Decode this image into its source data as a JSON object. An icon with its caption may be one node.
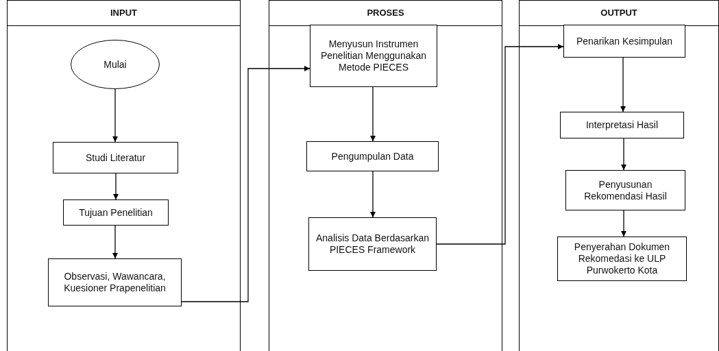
{
  "diagram": {
    "nodes": [
      {
        "text": [
          "INPUT"
        ]
      },
      {
        "text": [
          "Mulai"
        ],
        "in": 0
      },
      {
        "text": [
          "Studi Literatur"
        ],
        "in": 0
      },
      {
        "text": [
          "Tujuan Penelitian"
        ],
        "in": 0
      },
      {
        "text": [
          "Observasi, Wawancara, Kuesioner Prapenelitian"
        ],
        "in": 0
      },
      {
        "text": [
          "PROSES"
        ]
      },
      {
        "text": [
          "Menyusun Instrumen Penelitian Menggunakan Metode PIECES"
        ],
        "in": 5
      },
      {
        "text": [
          "Pengumpulan Data"
        ],
        "in": 5
      },
      {
        "text": [
          "Analisis Data Berdasarkan PIECES Framework"
        ],
        "in": 5
      },
      {
        "text": [
          "OUTPUT"
        ]
      },
      {
        "text": [
          "Penarikan Kesimpulan"
        ],
        "in": 9
      },
      {
        "text": [
          "Interpretasi Hasil"
        ],
        "in": 9
      },
      {
        "text": [
          "Penyusunan Rekomendasi Hasil"
        ],
        "in": 9
      },
      {
        "text": [
          "Penyerahan Dokumen Rekomedasi ke ULP Purwokerto Kota"
        ],
        "in": 9
      }
    ],
    "edges": [
      {
        "from": 1,
        "to": 2,
        "arrow": "to"
      },
      {
        "from": 2,
        "to": 3,
        "arrow": "to"
      },
      {
        "from": 3,
        "to": 4,
        "arrow": "to"
      },
      {
        "from": 4,
        "to": 6,
        "arrow": "to"
      },
      {
        "from": 6,
        "to": 7,
        "arrow": "to"
      },
      {
        "from": 7,
        "to": 8,
        "arrow": "to"
      },
      {
        "from": 8,
        "to": 10,
        "arrow": "to"
      },
      {
        "from": 10,
        "to": 11,
        "arrow": "to"
      },
      {
        "from": 11,
        "to": 12,
        "arrow": "to"
      },
      {
        "from": 12,
        "to": 13,
        "arrow": "to"
      }
    ]
  }
}
